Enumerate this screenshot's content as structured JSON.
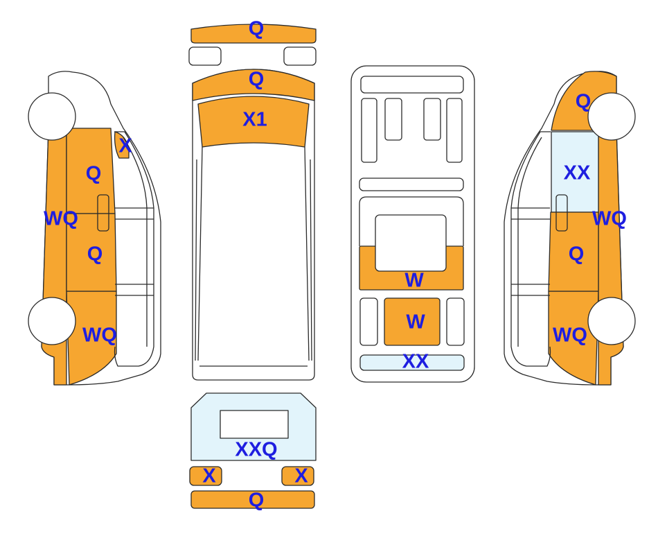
{
  "colors": {
    "orange": "#f6a630",
    "light_blue": "#e2f4fb",
    "white": "#ffffff",
    "outline": "#2a2a2a",
    "label": "#1e1ee0"
  },
  "labels": {
    "front_bumper": "Q",
    "front_left_light": "",
    "front_right_light": "",
    "bonnet": "Q",
    "windscreen": "X1",
    "roof": "",
    "rear_panel_window": "XXQ",
    "rear_left_light": "X",
    "rear_right_light": "X",
    "rear_bumper": "Q",
    "left_front_door_window": "X",
    "left_front_door": "Q",
    "left_sill": "WQ",
    "left_rear_door": "Q",
    "left_rear_quarter": "WQ",
    "right_front_wing": "Q",
    "right_front_door_window": "XX",
    "right_sill": "WQ",
    "right_rear_door": "Q",
    "right_rear_quarter": "WQ",
    "interior_dash": "",
    "interior_rear_floor": "W",
    "interior_rear_seat": "W",
    "interior_boot_sill": "XX"
  }
}
